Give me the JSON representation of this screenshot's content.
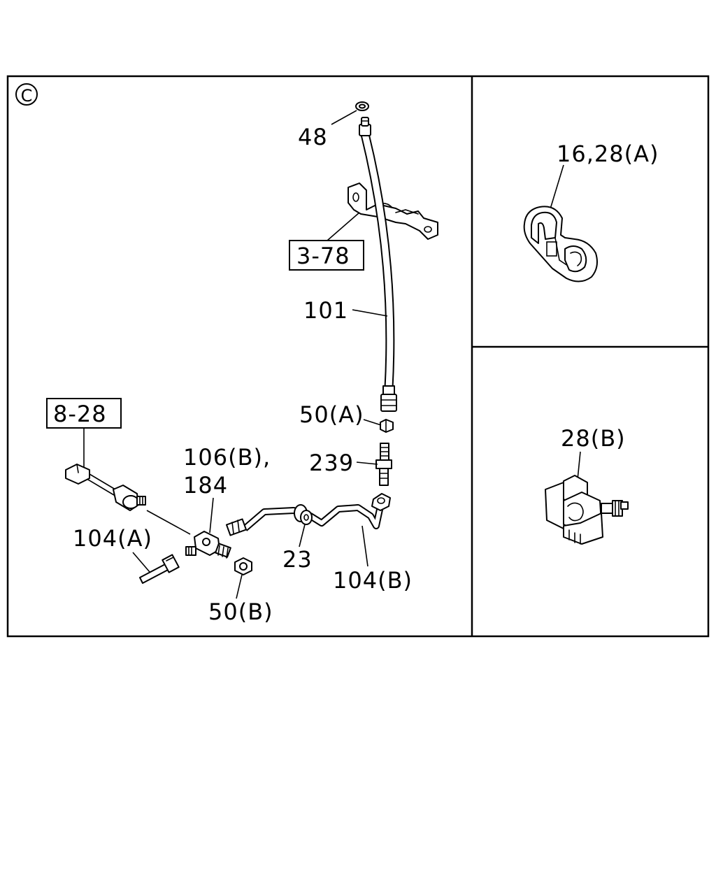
{
  "view_marker": "C",
  "labels": {
    "l48": "48",
    "l378": "3-78",
    "l101": "101",
    "l50a": "50(A)",
    "l239": "239",
    "l828": "8-28",
    "l106b": "106(B),",
    "l184": "184",
    "l104a": "104(A)",
    "l23": "23",
    "l104b": "104(B)",
    "l50b": "50(B)",
    "l1628a": "16,28(A)",
    "l28b": "28(B)"
  }
}
